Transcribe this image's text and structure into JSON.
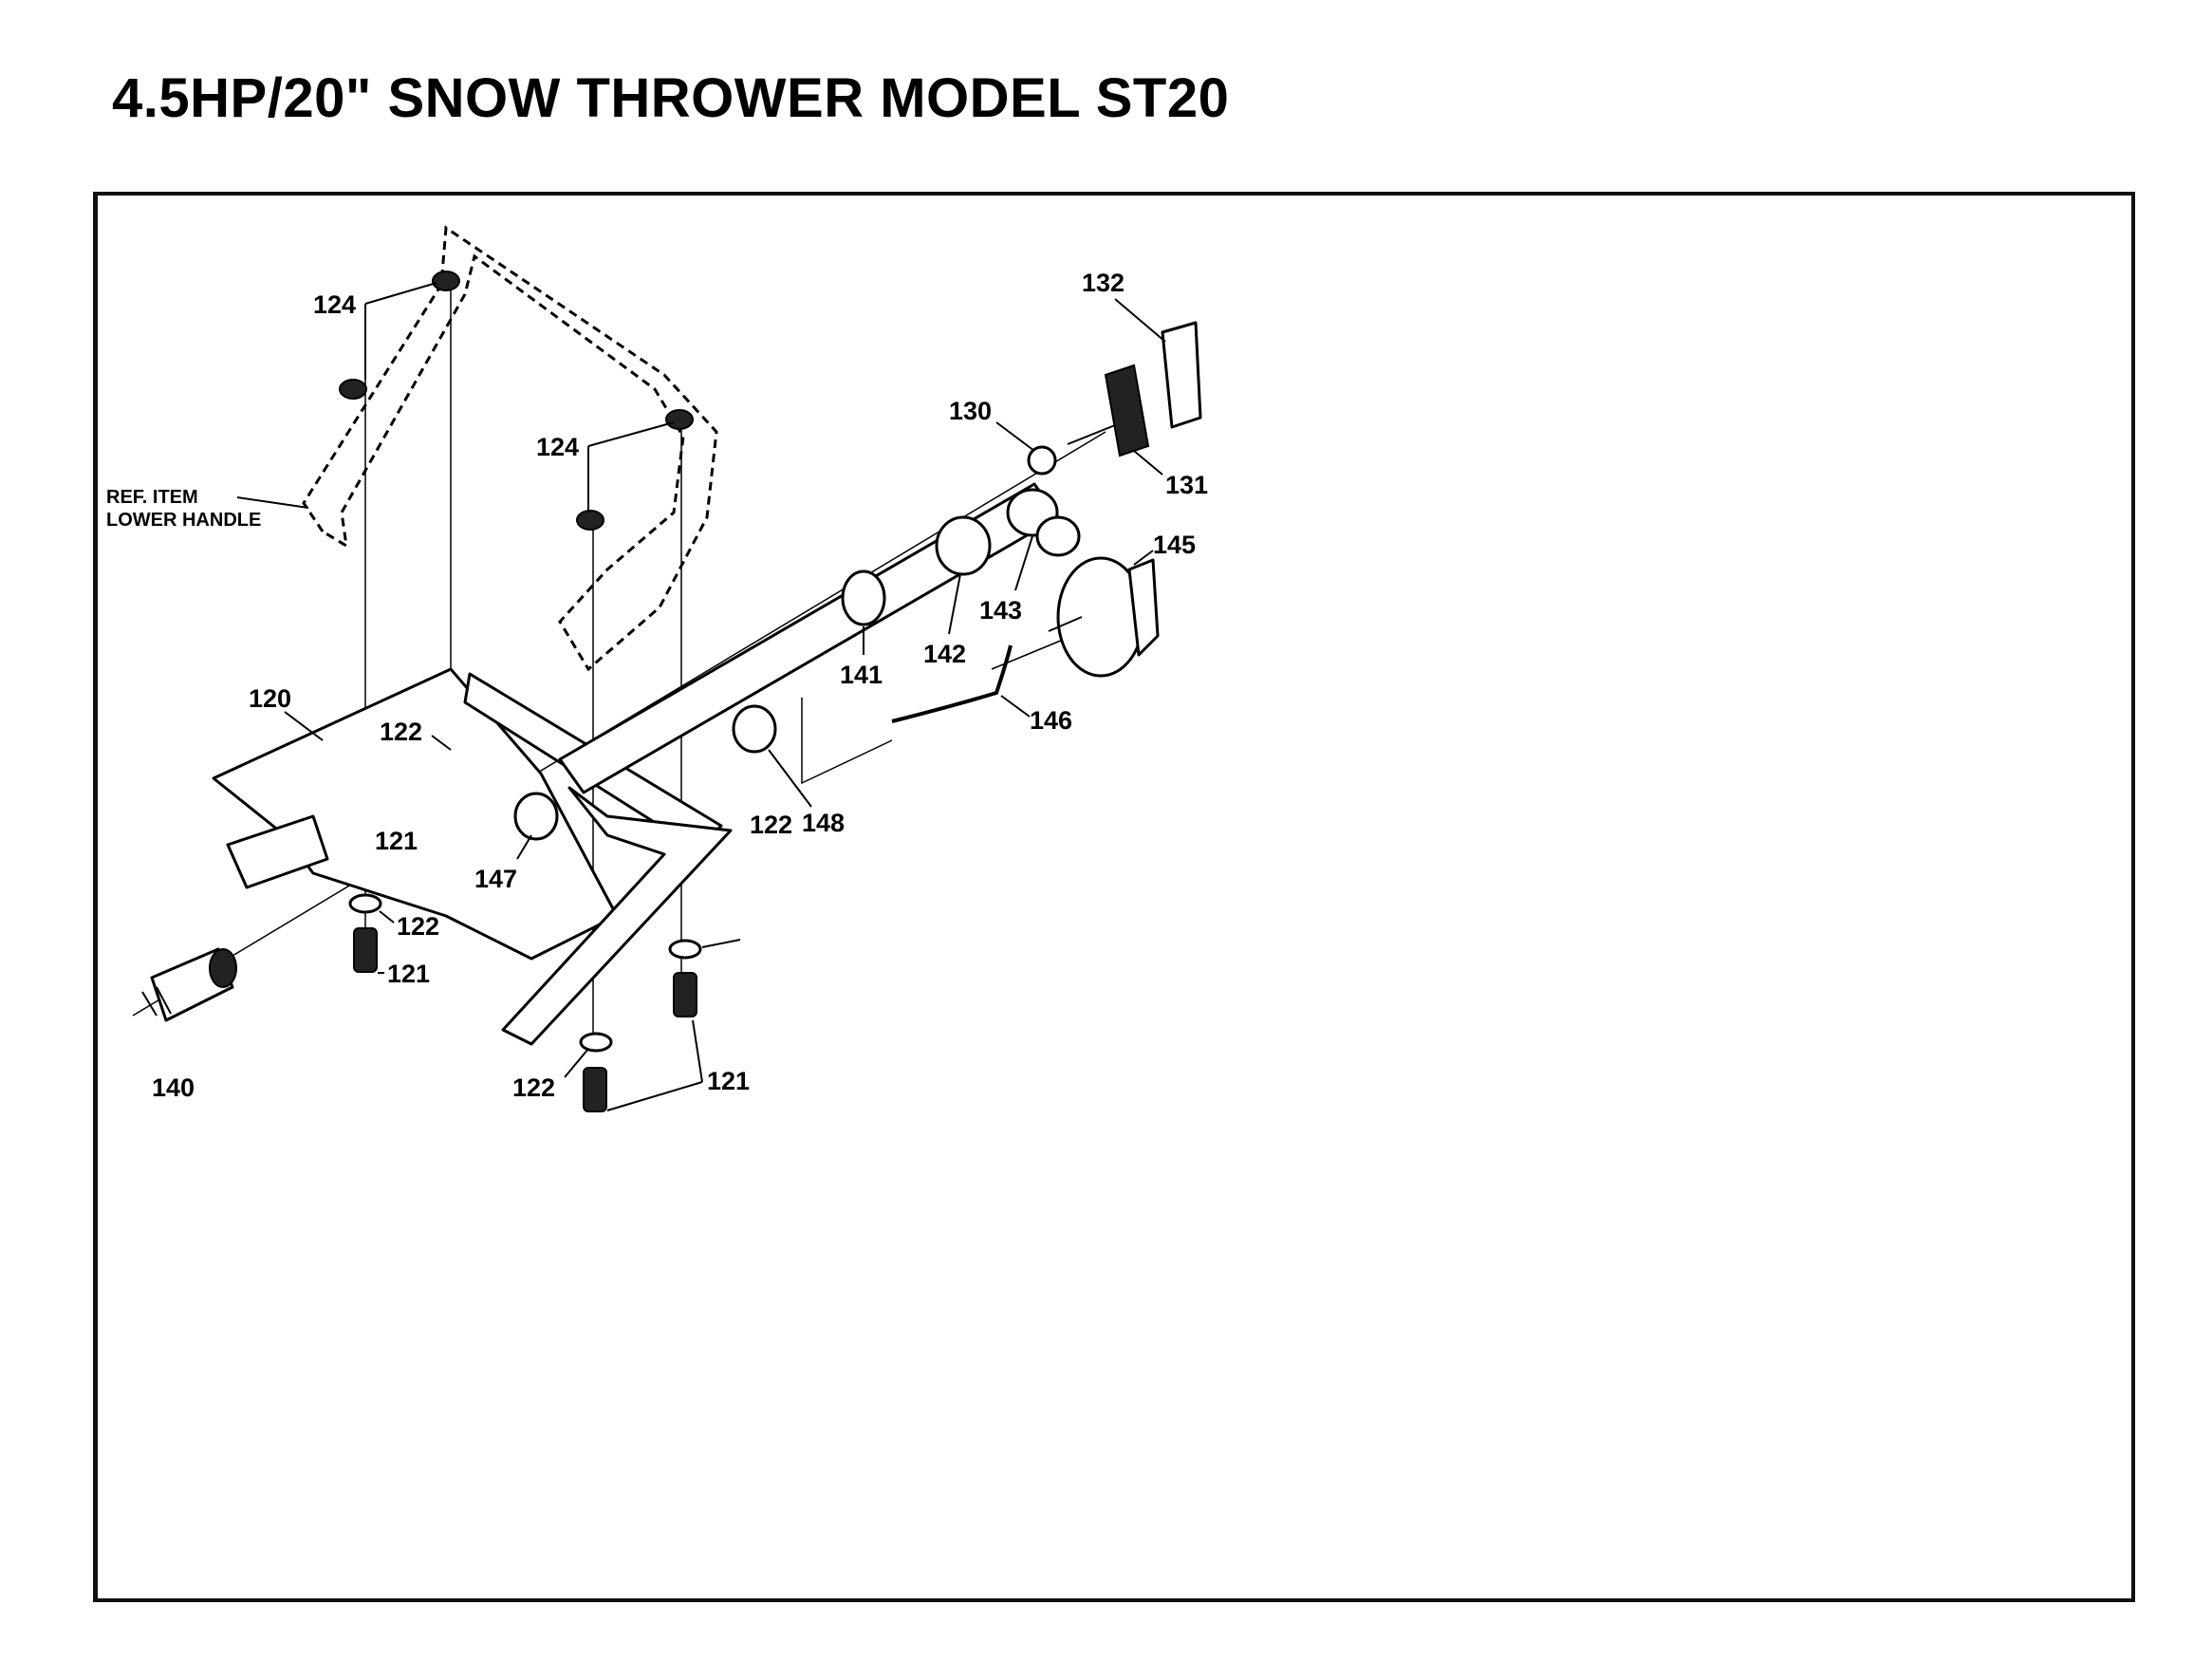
{
  "title": "4.5HP/20\" SNOW THROWER MODEL ST20",
  "reference_note": {
    "line1": "REF. ITEM",
    "line2": "LOWER HANDLE"
  },
  "part_labels": {
    "p120": "120",
    "p121a": "121",
    "p121b": "121",
    "p121c": "121",
    "p122a": "122",
    "p122b": "122",
    "p122c": "122",
    "p122d": "122",
    "p124a": "124",
    "p124b": "124",
    "p130": "130",
    "p131": "131",
    "p132": "132",
    "p140": "140",
    "p141": "141",
    "p142": "142",
    "p143": "143",
    "p145": "145",
    "p146": "146",
    "p147": "147",
    "p148": "148"
  }
}
